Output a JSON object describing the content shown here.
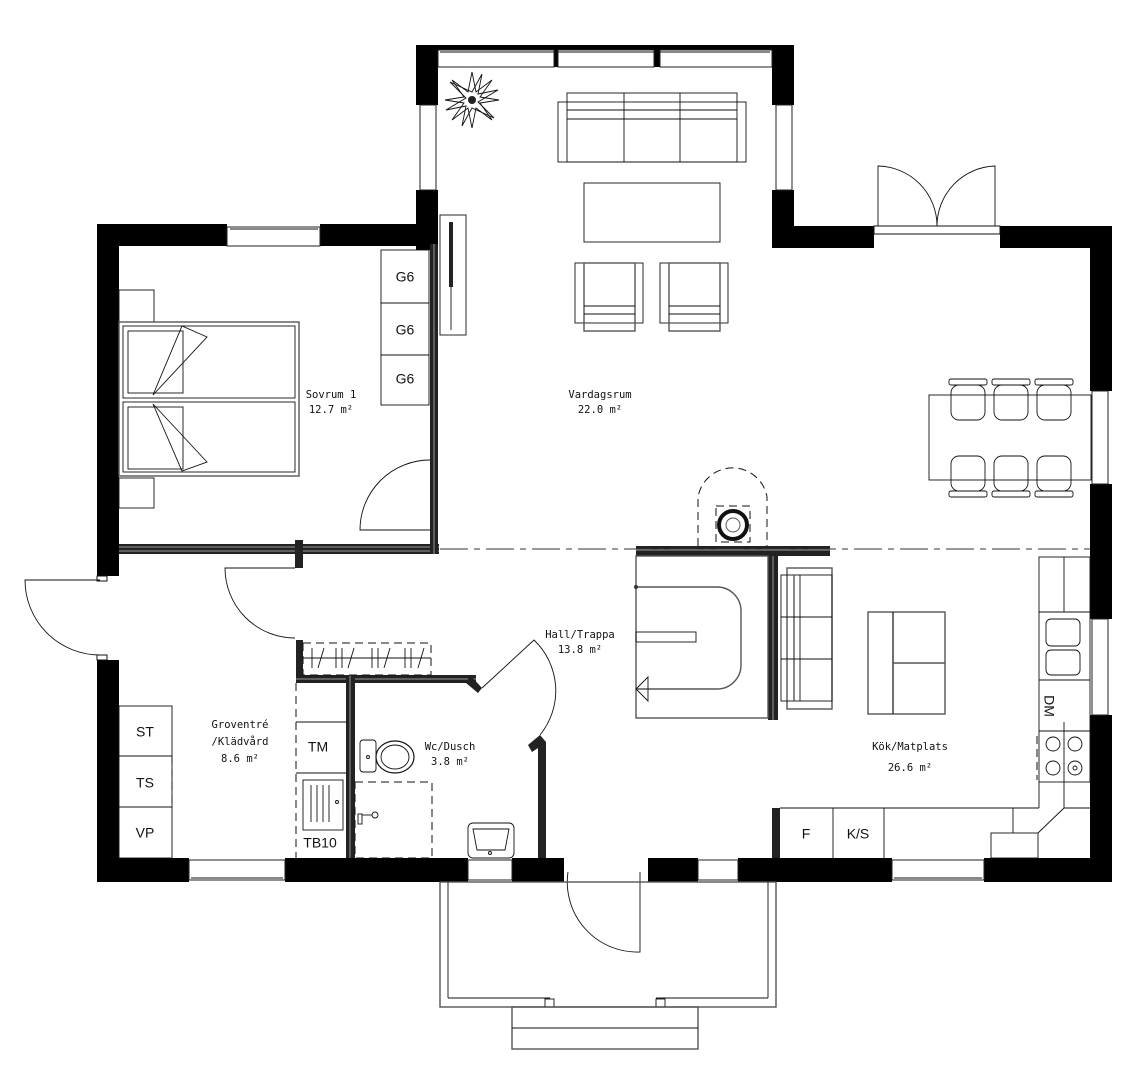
{
  "plan": {
    "type": "floor-plan",
    "rooms": [
      {
        "id": "sovrum",
        "name": "Sovrum 1",
        "area": "12.7 m²"
      },
      {
        "id": "vardagsrum",
        "name": "Vardagsrum",
        "area": "22.0 m²"
      },
      {
        "id": "hall",
        "name": "Hall/Trappa",
        "area": "13.8 m²"
      },
      {
        "id": "groventre",
        "name": "Groventré",
        "name2": "/Klädvård",
        "area": "8.6 m²"
      },
      {
        "id": "wc",
        "name": "Wc/Dusch",
        "area": "3.8 m²"
      },
      {
        "id": "kok",
        "name": "Kök/Matplats",
        "area": "26.6 m²"
      }
    ],
    "fixtures": {
      "wardrobe_1": "G6",
      "wardrobe_2": "G6",
      "wardrobe_3": "G6",
      "st": "ST",
      "ts": "TS",
      "vp": "VP",
      "tm": "TM",
      "tb10": "TB10",
      "fridge": "F",
      "freezer": "K/S",
      "dishwasher": "DM"
    },
    "colors": {
      "wall": "#000000",
      "line": "#111111",
      "background": "#ffffff"
    }
  }
}
